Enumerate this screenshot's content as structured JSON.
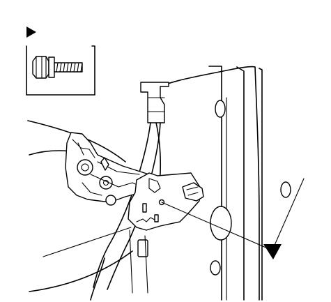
{
  "figure": {
    "kind": "service-manual-illustration",
    "callout_marker": "filled-triangle",
    "inset_part": "flange-bolt",
    "icons": [
      "triangle-marker-icon",
      "bolt-icon",
      "arrow-head-icon"
    ]
  },
  "colors": {
    "line": "#000000",
    "background": "#ffffff"
  }
}
